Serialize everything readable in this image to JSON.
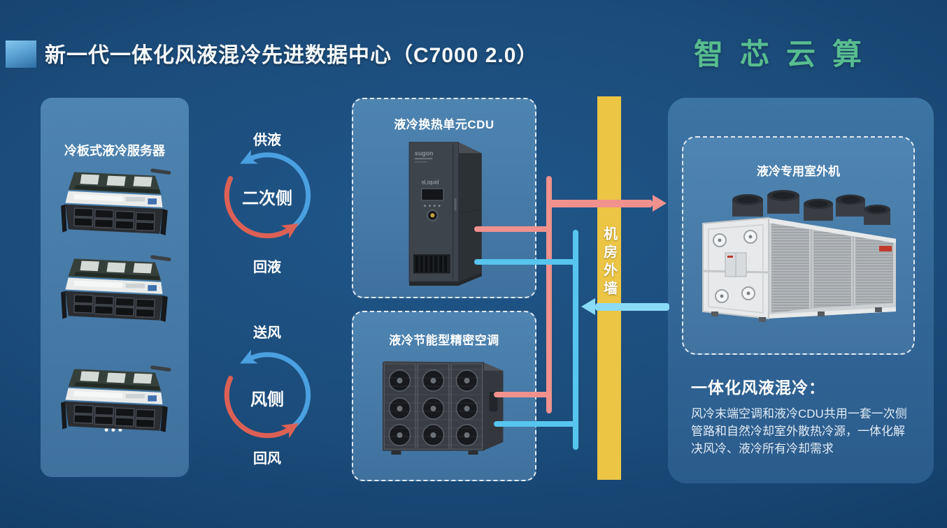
{
  "header": {
    "title": "新一代一体化风液混冷先进数据中心（C7000 2.0）",
    "logo": "智芯云算"
  },
  "server_panel": {
    "title": "冷板式液冷服务器",
    "ellipsis": "•••"
  },
  "loops": {
    "liquid": {
      "top": "供液",
      "center": "二次侧",
      "bottom": "回液"
    },
    "air": {
      "top": "送风",
      "center": "风侧",
      "bottom": "回风"
    }
  },
  "cdu_panel": {
    "title": "液冷换热单元CDU",
    "brand": "sugon",
    "device_label": "sLiquid"
  },
  "ac_panel": {
    "title": "液冷节能型精密空调"
  },
  "wall": {
    "label": "机房外墙"
  },
  "outdoor_panel": {
    "title": "液冷专用室外机"
  },
  "summary": {
    "heading": "一体化风液混冷：",
    "body": "风冷末端空调和液冷CDU共用一套一次侧管路和自然冷却室外散热冷源，一体化解决风冷、液冷所有冷却需求"
  },
  "colors": {
    "background": "#1b4b79",
    "panel_blue": "#47799f",
    "wall_yellow": "#ecc544",
    "pipe_pink": "#f0918d",
    "pipe_cyan": "#57c5ed",
    "arc_blue": "#4aa0e0",
    "arc_red": "#dd6055",
    "logo_green": "#58bd8f"
  }
}
